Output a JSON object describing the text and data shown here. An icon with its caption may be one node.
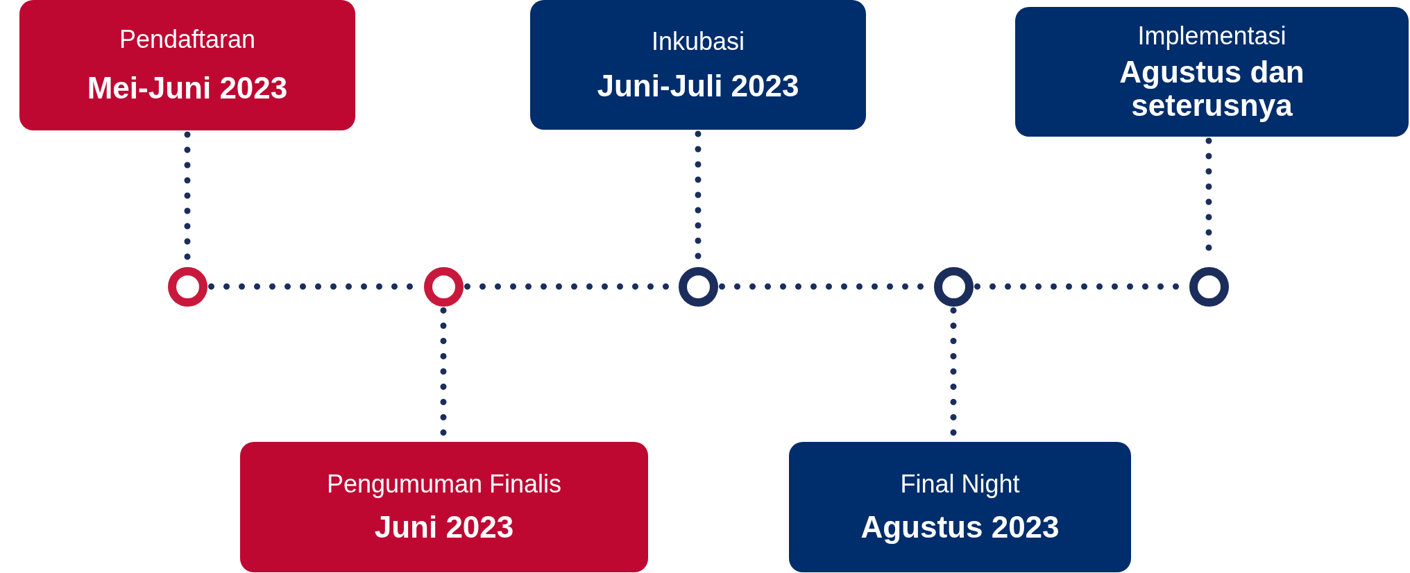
{
  "diagram": {
    "nodes": [
      {
        "text": [
          "Pendaftaran",
          "Mei-Juni 2023"
        ]
      },
      {
        "text": [
          "Inkubasi",
          "Juni-Juli 2023"
        ]
      },
      {
        "text": [
          "Implementasi",
          "Agustus dan seterusnya"
        ]
      },
      {
        "text": [],
        "shape": "circle"
      },
      {
        "text": [],
        "shape": "circle"
      },
      {
        "text": [],
        "shape": "circle"
      },
      {
        "text": [],
        "shape": "circle"
      },
      {
        "text": [],
        "shape": "circle"
      },
      {
        "text": [
          "Pengumuman Finalis",
          "Juni 2023"
        ]
      },
      {
        "text": [
          "Final Night",
          "Agustus 2023"
        ]
      }
    ],
    "edges": [
      {
        "from": 0,
        "to": 3,
        "arrow": "none"
      },
      {
        "from": 3,
        "to": 4,
        "arrow": "none"
      },
      {
        "from": 4,
        "to": 8,
        "arrow": "none"
      },
      {
        "from": 4,
        "to": 5,
        "arrow": "none"
      },
      {
        "from": 1,
        "to": 5,
        "arrow": "none"
      },
      {
        "from": 5,
        "to": 6,
        "arrow": "none"
      },
      {
        "from": 6,
        "to": 9,
        "arrow": "none"
      },
      {
        "from": 6,
        "to": 7,
        "arrow": "none"
      },
      {
        "from": 2,
        "to": 7,
        "arrow": "none"
      }
    ]
  }
}
